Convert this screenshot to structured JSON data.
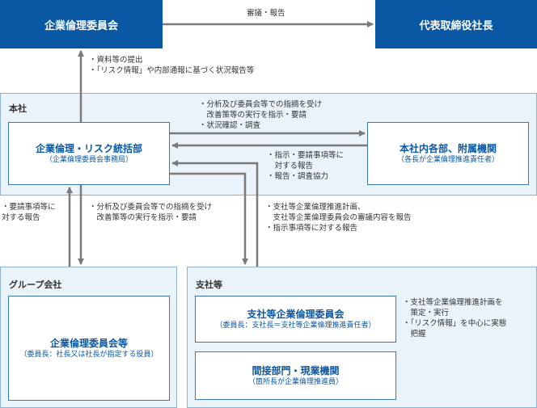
{
  "top": {
    "ethics_committee": "企業倫理委員会",
    "president": "代表取締役社長",
    "arrow_label": "審議・報告"
  },
  "notes": {
    "to_committee": [
      "・資料等の提出",
      "・「リスク情報」や内部通報に基づく状況報告等"
    ],
    "hq_to_depts": [
      "・分析及び委員会等での指摘を受け",
      "　改善策等の実行を指示・要請",
      "・状況確認・調査"
    ],
    "depts_to_hq": [
      "・指示・要請事項等に",
      "　対する報告",
      "・報告・調査協力"
    ],
    "group_to_hq": [
      "・要請事項等に",
      "対する報告"
    ],
    "hq_to_group": [
      "・分析及び委員会等での指摘を受け",
      "　改善策等の実行を指示・要請"
    ],
    "branch_to_hq": [
      "・支社等企業倫理推進計画、",
      "　支社等企業倫理委員会の審議内容を報告",
      "・指示事項等に対する報告"
    ],
    "branch_side": [
      "・支社等企業倫理推進計画を",
      "　策定・実行",
      "・「リスク情報」を中心に実態",
      "　把握"
    ]
  },
  "honsha": {
    "label": "本社",
    "risk_dept": {
      "title": "企業倫理・リスク統括部",
      "sub": "（企業倫理委員会事務局）"
    },
    "depts": {
      "title": "本社内各部、附属機関",
      "sub": "（各長が企業倫理推進責任者）"
    }
  },
  "group": {
    "label": "グループ会社",
    "committee": {
      "title": "企業倫理委員会等",
      "sub": "（委員長：社長又は社長が指定する役員）"
    }
  },
  "branch": {
    "label": "支社等",
    "committee": {
      "title": "支社等企業倫理委員会",
      "sub": "（委員長：支社長＝支社等企業倫理推進責任者）"
    },
    "indirect": {
      "title": "間接部門・現業機関",
      "sub": "（箇所長が企業倫理推進員）"
    }
  },
  "colors": {
    "navy": "#0a57a4",
    "panel": "#eaf3f9",
    "line": "#7a7a7a"
  }
}
